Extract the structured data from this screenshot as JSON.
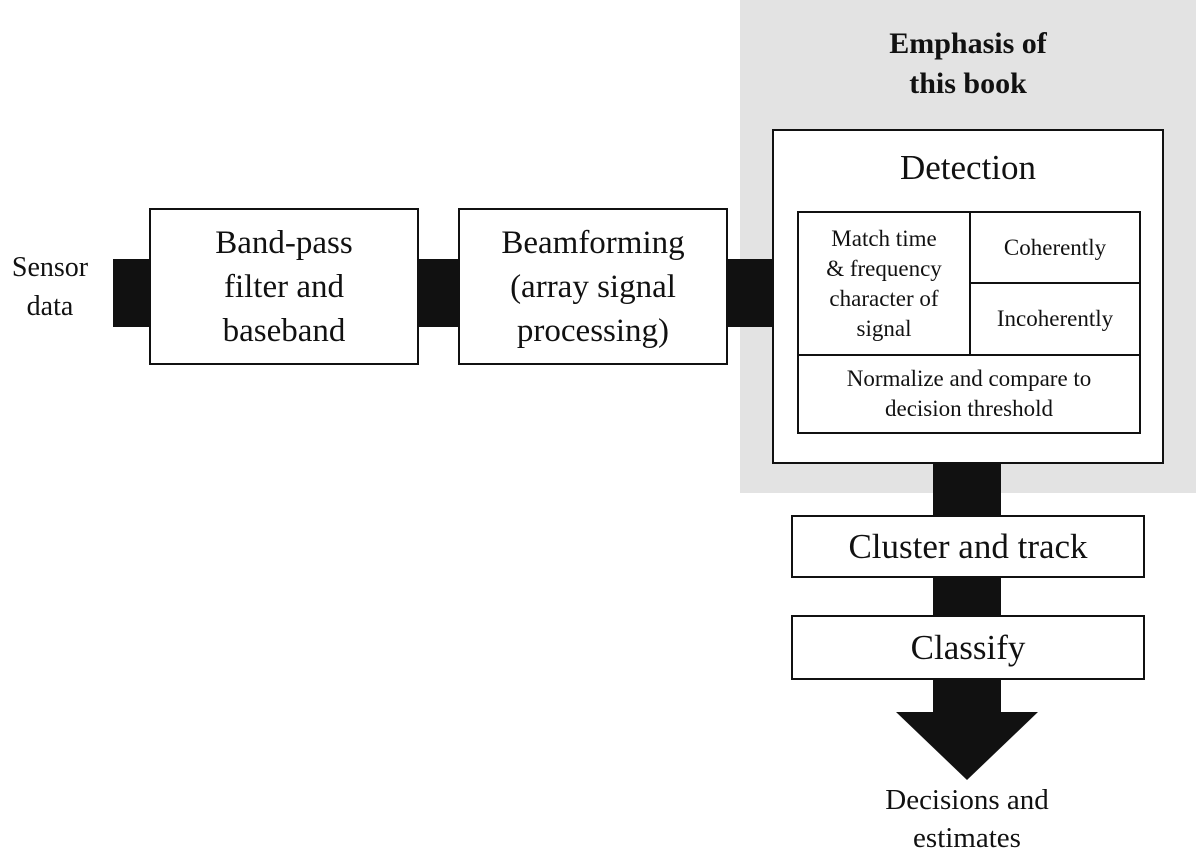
{
  "input_label": "Sensor\ndata",
  "stage_bandpass": "Band-pass\nfilter and\nbaseband",
  "stage_beamforming": "Beamforming\n(array signal\nprocessing)",
  "emphasis_label": "Emphasis of\nthis book",
  "detection": {
    "title": "Detection",
    "match": "Match time\n& frequency\ncharacter of\nsignal",
    "coherently": "Coherently",
    "incoherently": "Incoherently",
    "normalize": "Normalize and compare to\ndecision threshold"
  },
  "stage_cluster": "Cluster and track",
  "stage_classify": "Classify",
  "output_label": "Decisions and\nestimates",
  "colors": {
    "emphasis_bg": "#e3e3e3",
    "line": "#111111"
  }
}
